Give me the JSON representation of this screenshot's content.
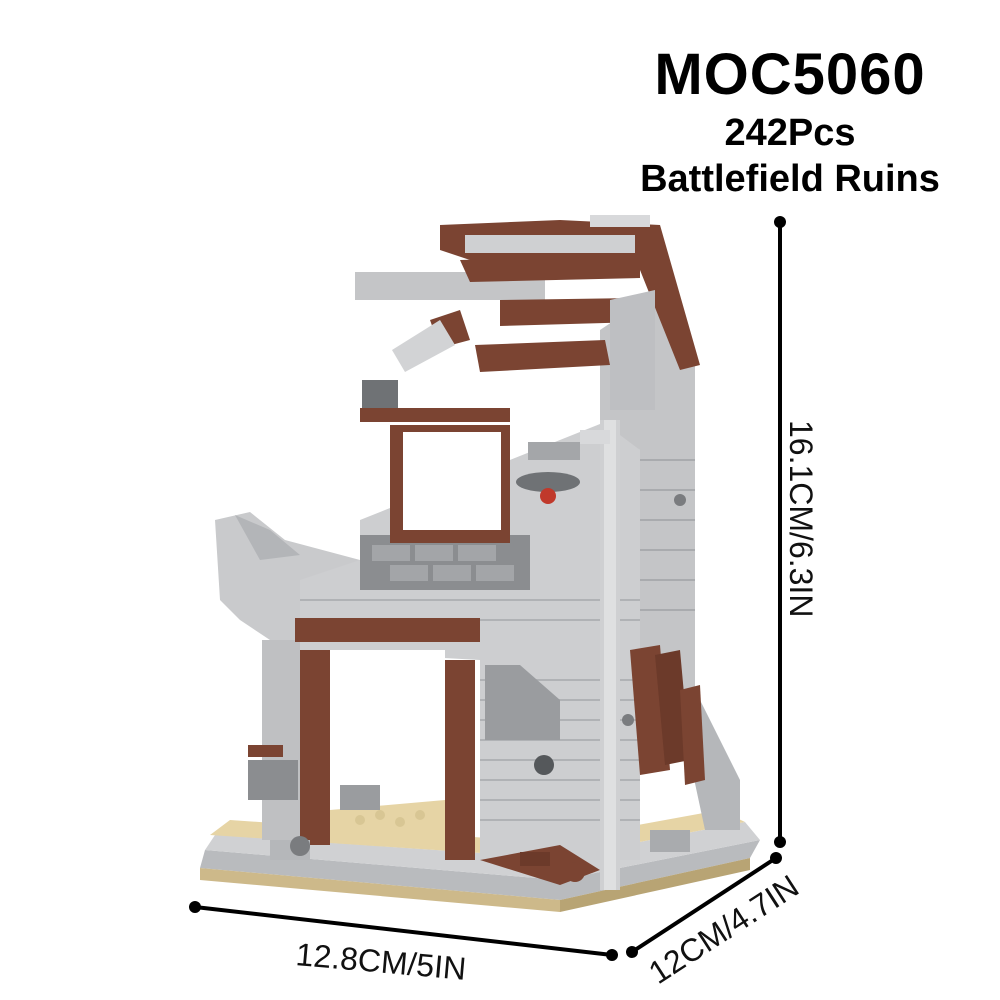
{
  "product": {
    "model_code": "MOC5060",
    "piece_count": "242Pcs",
    "name": "Battlefield Ruins"
  },
  "dimensions": {
    "height": "16.1CM/6.3IN",
    "width": "12.8CM/5IN",
    "depth": "12CM/4.7IN"
  },
  "colors": {
    "light_gray": "#c9cacc",
    "mid_gray": "#a9abae",
    "dark_gray": "#6f7275",
    "reddish_brown": "#7b4432",
    "tan": "#e6d4a5",
    "dark_tan": "#cdb98a",
    "accent_red": "#c0392b"
  }
}
